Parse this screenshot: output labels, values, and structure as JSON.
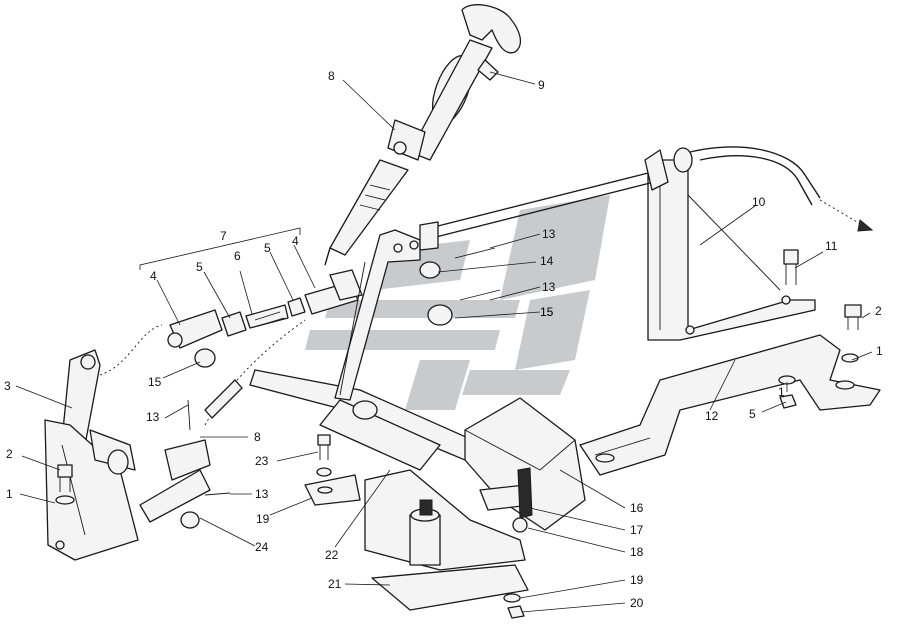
{
  "watermark_color": "#9aa0a4",
  "callouts": {
    "c1_right": "1",
    "c1_mid": "1",
    "c1_left": "1",
    "c2_right": "2",
    "c2_left": "2",
    "c3": "3",
    "c4_left": "4",
    "c4_right": "4",
    "c5_left": "5",
    "c5_right": "5",
    "c5_bottom": "5",
    "c6": "6",
    "c7": "7",
    "c8_top": "8",
    "c8_mid": "8",
    "c9": "9",
    "c10": "10",
    "c11": "11",
    "c12": "12",
    "c13_top": "13",
    "c13_mid": "13",
    "c13_left": "13",
    "c13_lower": "13",
    "c14": "14",
    "c15_top": "15",
    "c15_mid": "15",
    "c15_left": "15",
    "c16": "16",
    "c17": "17",
    "c18": "18",
    "c19_left": "19",
    "c19_right": "19",
    "c20": "20",
    "c21": "21",
    "c22": "22",
    "c23": "23",
    "c24": "24"
  }
}
